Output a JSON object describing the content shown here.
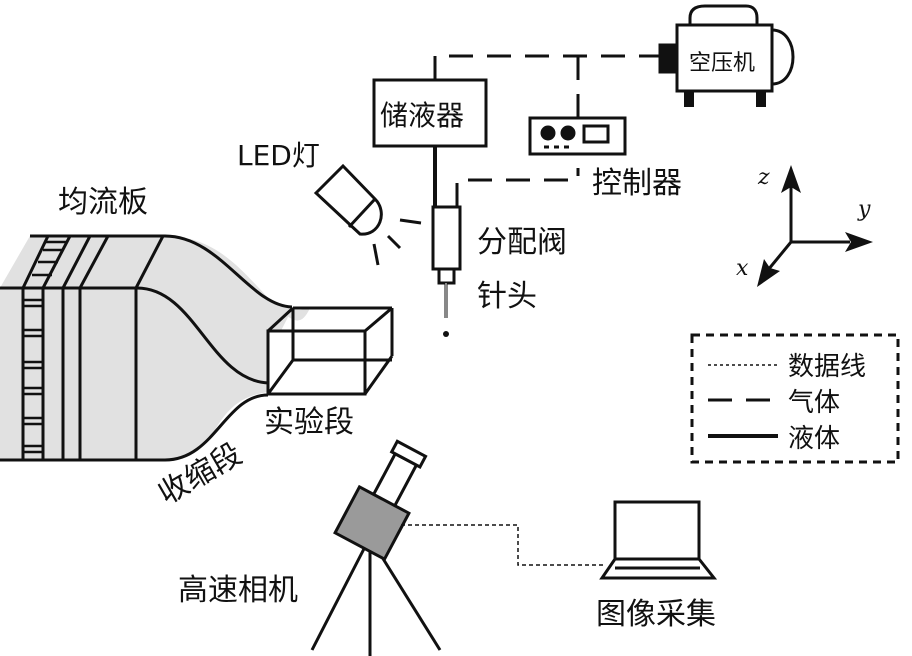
{
  "labels": {
    "flow_straightener": "均流板",
    "contraction": "收缩段",
    "test_section": "实验段",
    "led": "LED灯",
    "reservoir": "储液器",
    "compressor": "空压机",
    "controller": "控制器",
    "valve": "分配阀",
    "needle": "针头",
    "camera": "高速相机",
    "acquisition": "图像采集"
  },
  "axes": {
    "z": "z",
    "y": "y",
    "x": "x"
  },
  "legend": {
    "items": [
      {
        "style": "dotted",
        "label": "数据线"
      },
      {
        "style": "dashed",
        "label": "气体"
      },
      {
        "style": "solid",
        "label": "液体"
      }
    ]
  },
  "colors": {
    "duct_fill": "#e1e1e1",
    "camera_body": "#9a9a9a",
    "line": "#111111"
  }
}
